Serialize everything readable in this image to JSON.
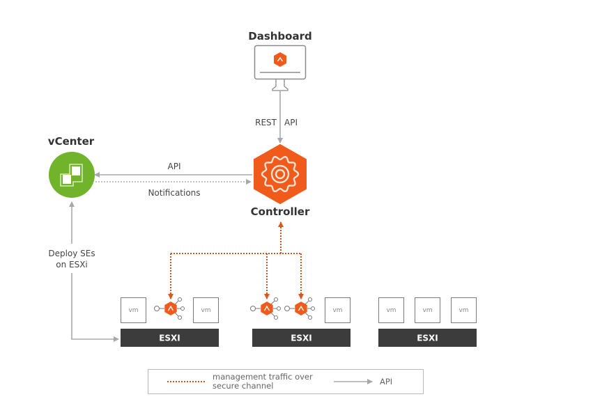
{
  "colors": {
    "avi_orange": "#F05A1A",
    "vcenter_green": "#71B32B",
    "esxi_bar": "#3C3C3C",
    "arrow_gray": "#A8A8A8",
    "mgmt_dotted": "#C8561E",
    "text": "#333333"
  },
  "nodes": {
    "dashboard": {
      "label": "Dashboard",
      "icon": "monitor-with-avi-logo"
    },
    "controller": {
      "label": "Controller",
      "icon": "gear-hexagon"
    },
    "vcenter": {
      "label": "vCenter",
      "icon": "vcenter-logo"
    }
  },
  "edges": {
    "dashboard_to_controller": {
      "label_left": "REST",
      "label_right": "API"
    },
    "controller_to_vcenter": {
      "label": "API"
    },
    "vcenter_notifications": {
      "label": "Notifications"
    },
    "vcenter_to_esxi": {
      "label_line1": "Deploy SEs",
      "label_line2": "on ESXi"
    }
  },
  "hosts": [
    {
      "label": "ESXI",
      "items": [
        "vm",
        "se",
        "vm"
      ]
    },
    {
      "label": "ESXI",
      "items": [
        "se",
        "se",
        "vm"
      ]
    },
    {
      "label": "ESXI",
      "items": [
        "vm",
        "vm",
        "vm"
      ]
    }
  ],
  "vm_label": "vm",
  "legend": {
    "mgmt_line1": "management traffic over",
    "mgmt_line2": "secure channel",
    "api": "API"
  }
}
